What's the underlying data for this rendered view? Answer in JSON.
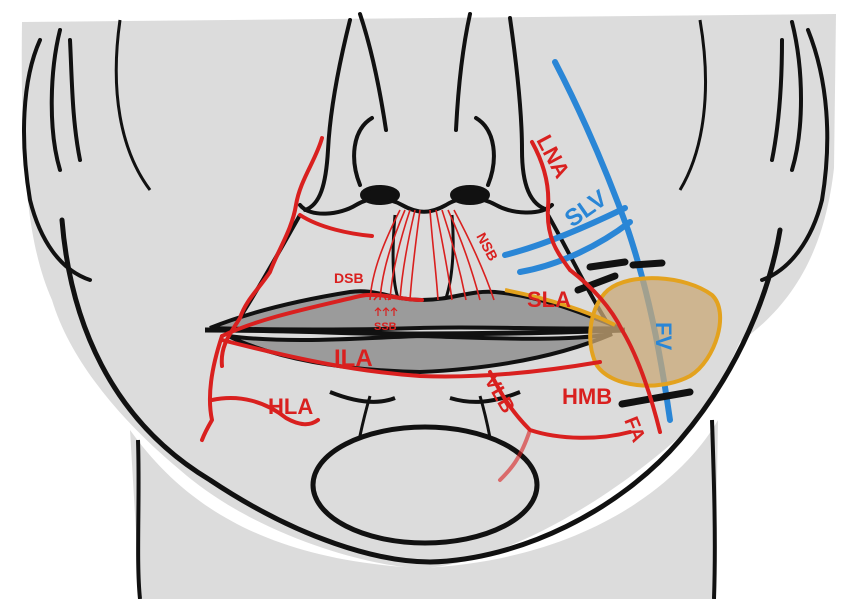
{
  "colors": {
    "skin": "#dcdcdc",
    "outline": "#111111",
    "artery": "#d9201f",
    "vein": "#2a86d6",
    "gland_fill": "#c9a877",
    "gland_stroke": "#e3a21e",
    "lip_fill": "#9b9b9b",
    "clip": "#111111"
  },
  "labels": {
    "lna": "LNA",
    "slv": "SLV",
    "nsb": "NSB",
    "dsb": "DSB",
    "ssb": "SSB",
    "sla": "SLA",
    "fv": "FV",
    "ila": "ILA",
    "hmb": "HMB",
    "hla": "HLA",
    "vlb": "VLB",
    "fa": "FA"
  }
}
